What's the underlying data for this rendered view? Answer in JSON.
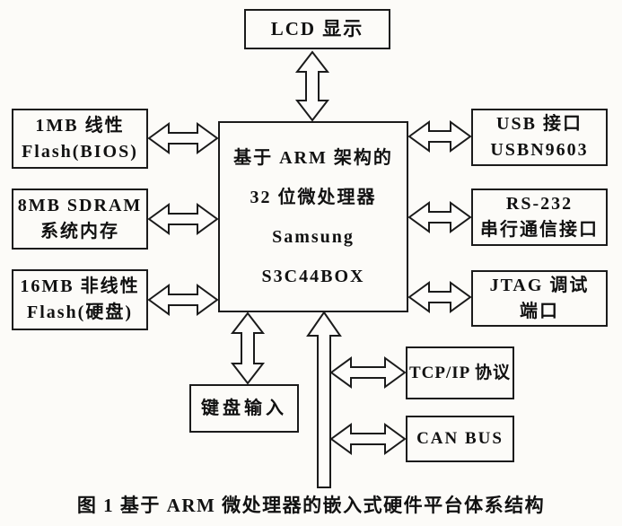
{
  "diagram": {
    "caption": "图 1 基于 ARM 微处理器的嵌入式硬件平台体系结构",
    "nodes": {
      "lcd": {
        "lines": [
          "LCD 显示"
        ]
      },
      "flash_bios": {
        "lines": [
          "1MB 线性",
          "Flash(BIOS)"
        ]
      },
      "sdram": {
        "lines": [
          "8MB SDRAM",
          "系统内存"
        ]
      },
      "flash_disk": {
        "lines": [
          "16MB 非线性",
          "Flash(硬盘)"
        ]
      },
      "cpu": {
        "lines": [
          "基于 ARM 架构的",
          "32 位微处理器",
          "Samsung",
          "S3C44BOX"
        ]
      },
      "usb": {
        "lines": [
          "USB 接口",
          "USBN9603"
        ]
      },
      "rs232": {
        "lines": [
          "RS-232",
          "串行通信接口"
        ]
      },
      "jtag": {
        "lines": [
          "JTAG 调试",
          "端口"
        ]
      },
      "keyboard": {
        "lines": [
          "键盘输入"
        ]
      },
      "tcpip": {
        "lines": [
          "TCP/IP 协议"
        ]
      },
      "canbus": {
        "lines": [
          "CAN BUS"
        ]
      }
    },
    "connections": [
      {
        "from": "lcd",
        "to": "cpu",
        "direction": "bidirectional"
      },
      {
        "from": "flash_bios",
        "to": "cpu",
        "direction": "bidirectional"
      },
      {
        "from": "sdram",
        "to": "cpu",
        "direction": "bidirectional"
      },
      {
        "from": "flash_disk",
        "to": "cpu",
        "direction": "bidirectional"
      },
      {
        "from": "usb",
        "to": "cpu",
        "direction": "bidirectional"
      },
      {
        "from": "rs232",
        "to": "cpu",
        "direction": "bidirectional"
      },
      {
        "from": "jtag",
        "to": "cpu",
        "direction": "bidirectional"
      },
      {
        "from": "keyboard",
        "to": "cpu",
        "direction": "bidirectional"
      },
      {
        "from": "bus-trunk",
        "to": "cpu",
        "direction": "up"
      },
      {
        "from": "tcpip",
        "to": "bus-trunk",
        "direction": "bidirectional"
      },
      {
        "from": "canbus",
        "to": "bus-trunk",
        "direction": "bidirectional"
      }
    ],
    "colors": {
      "line": "#1b1b1b",
      "background": "#fcfbf8",
      "text": "#111111"
    }
  }
}
